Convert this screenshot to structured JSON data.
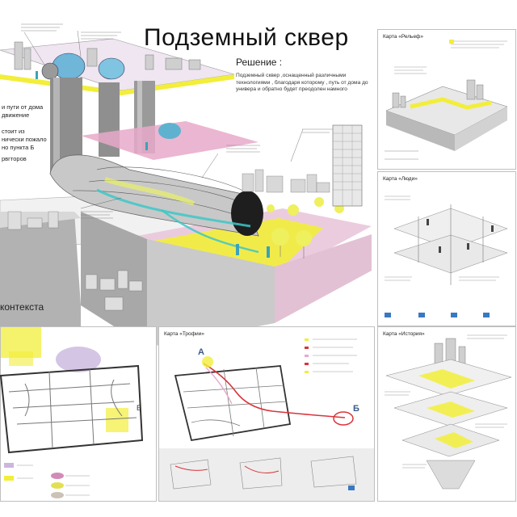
{
  "main": {
    "title": "Подземный сквер",
    "solution_heading": "Решение :",
    "solution_text": "Подземный сквер ,оснащенный различными технологиями , благодаря которому , путь от дома до универа и обратно будет преодолен намного",
    "side_texts": [
      "и пути от дома",
      "движение",
      "стоит из",
      "нически пожало",
      "но пункта Б",
      "рвгторов"
    ],
    "context_label": "контекста"
  },
  "panels": {
    "relief": {
      "title": "Карта «Рельеф»"
    },
    "people": {
      "title": "Карта «Люди»"
    },
    "trophy": {
      "title": "Карта «Трофии»",
      "marker_a": "А",
      "marker_b": "Б"
    },
    "history": {
      "title": "Карта «История»"
    },
    "context_map": {
      "marker_b": "Б"
    }
  },
  "colors": {
    "accent_yellow": "#f2ee3a",
    "pink": "#e7a9c9",
    "lilac": "#cbb6dd",
    "cyan": "#3ec7c7",
    "red": "#d9343a",
    "concrete": "#8d8d8d"
  }
}
